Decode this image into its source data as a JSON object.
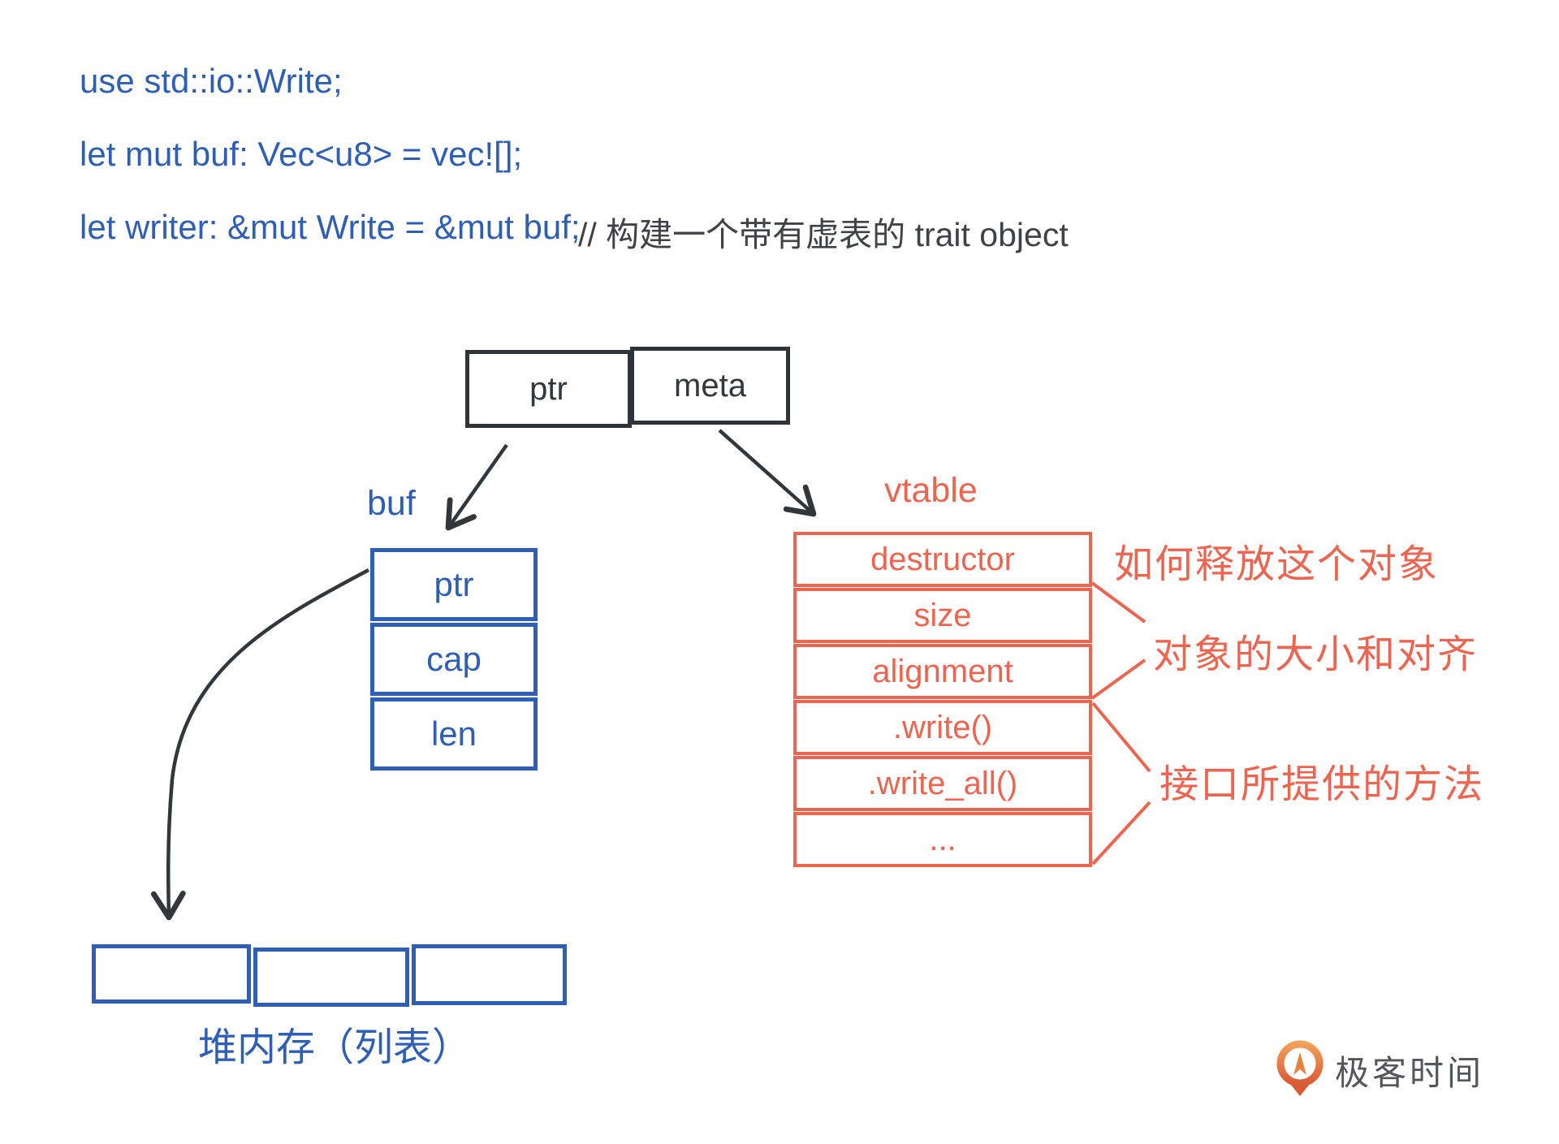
{
  "colors": {
    "blue": "#2e5fb4",
    "orange": "#ec6550",
    "dark": "#32373b",
    "comment_gray": "#3f4348",
    "logo_gray": "#53565a",
    "logo_orange": "#e8813f"
  },
  "code": {
    "line1": "use std::io::Write;",
    "line2": "let mut buf: Vec<u8> = vec![];",
    "line3": "let writer: &mut Write = &mut buf;",
    "comment": "// 构建一个带有虚表的 trait object"
  },
  "fat_pointer": {
    "cells": [
      "ptr",
      "meta"
    ]
  },
  "buf": {
    "label": "buf",
    "fields": [
      "ptr",
      "cap",
      "len"
    ]
  },
  "vtable": {
    "label": "vtable",
    "rows": [
      "destructor",
      "size",
      "alignment",
      ".write()",
      ".write_all()",
      "..."
    ]
  },
  "annotations": {
    "destructor": "如何释放这个对象",
    "size_alignment": "对象的大小和对齐",
    "methods": "接口所提供的方法"
  },
  "heap": {
    "label": "堆内存（列表）",
    "cell_count": 3
  },
  "logo": {
    "text": "极客时间"
  }
}
